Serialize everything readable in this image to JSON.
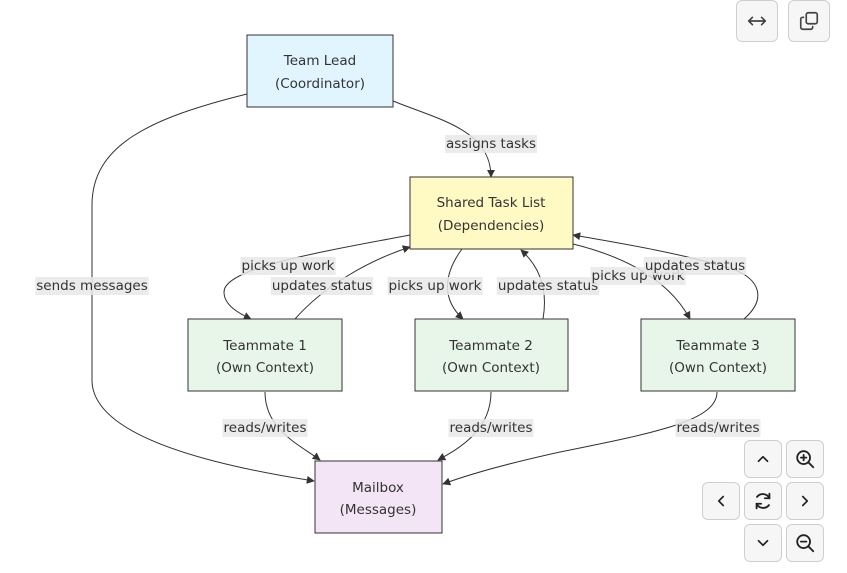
{
  "nodes": {
    "team_lead": {
      "line1": "Team Lead",
      "line2": "(Coordinator)",
      "fill": "#e1f5fe"
    },
    "task_list": {
      "line1": "Shared Task List",
      "line2": "(Dependencies)",
      "fill": "#fff9c4"
    },
    "teammate_1": {
      "line1": "Teammate 1",
      "line2": "(Own Context)",
      "fill": "#e8f5e9"
    },
    "teammate_2": {
      "line1": "Teammate 2",
      "line2": "(Own Context)",
      "fill": "#e8f5e9"
    },
    "teammate_3": {
      "line1": "Teammate 3",
      "line2": "(Own Context)",
      "fill": "#e8f5e9"
    },
    "mailbox": {
      "line1": "Mailbox",
      "line2": "(Messages)",
      "fill": "#f3e5f5"
    }
  },
  "edge_labels": {
    "sends_messages": "sends messages",
    "assigns_tasks": "assigns tasks",
    "picks_up_work_1": "picks up work",
    "updates_status_1": "updates status",
    "picks_up_work_2": "picks up work",
    "updates_status_2": "updates status",
    "picks_up_work_3": "picks up work",
    "updates_status_3": "updates status",
    "reads_writes_1": "reads/writes",
    "reads_writes_2": "reads/writes",
    "reads_writes_3": "reads/writes"
  },
  "controls": {
    "top": [
      "expand-horizontal-icon",
      "copy-icon"
    ],
    "pad": [
      "zoom-in-icon",
      "zoom-out-icon",
      "pan-up-icon",
      "pan-down-icon",
      "pan-left-icon",
      "pan-right-icon",
      "reset-view-icon"
    ]
  },
  "colors": {
    "stroke": "#333333",
    "edge_label_bg": "#e8e8e8"
  }
}
